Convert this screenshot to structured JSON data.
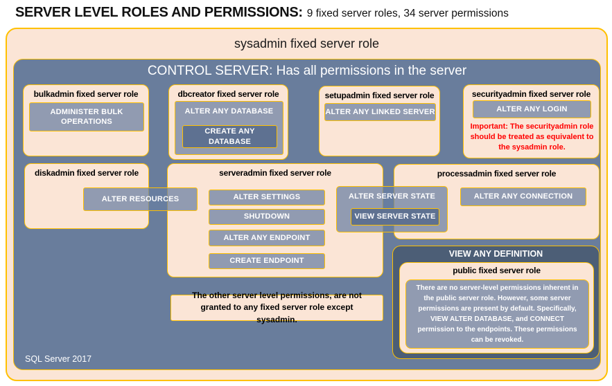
{
  "header": {
    "title_main": "SERVER LEVEL ROLES AND PERMISSIONS:",
    "title_sub": "9 fixed server roles, 34 server permissions"
  },
  "sysadmin": {
    "label": "sysadmin fixed server role"
  },
  "control_server": {
    "title": "CONTROL SERVER: Has all permissions in the server"
  },
  "roles": {
    "bulkadmin": {
      "title": "bulkadmin fixed server role",
      "permission": "ADMINISTER  BULK OPERATIONS"
    },
    "dbcreator": {
      "title": "dbcreator fixed server role",
      "permission_outer": "ALTER ANY DATABASE",
      "permission_inner": "CREATE ANY DATABASE"
    },
    "setupadmin": {
      "title": "setupadmin fixed server role",
      "permission": "ALTER ANY LINKED SERVER"
    },
    "securityadmin": {
      "title": "securityadmin fixed server role",
      "permission": "ALTER ANY LOGIN",
      "warning": "Important: The securityadmin role should be treated as equivalent to the sysadmin role."
    },
    "diskadmin": {
      "title": "diskadmin fixed server role",
      "permission": "ALTER RESOURCES"
    },
    "serveradmin": {
      "title": "serveradmin fixed server role",
      "permissions": [
        "ALTER SETTINGS",
        "SHUTDOWN",
        "ALTER ANY ENDPOINT",
        "CREATE ENDPOINT"
      ],
      "permission_outer": "ALTER SERVER STATE",
      "permission_inner": "VIEW SERVER STATE"
    },
    "processadmin": {
      "title": "processadmin fixed server role",
      "permission": "ALTER ANY CONNECTION"
    },
    "public": {
      "container_label": "VIEW ANY DEFINITION",
      "title": "public fixed server role",
      "body": "There are no server-level permissions inherent in the public server role. However, some server permissions are present by default. Specifically, VIEW ALTER DATABASE, and CONNECT permission to the endpoints. These permissions can be revoked."
    }
  },
  "note": "The other server level permissions, are not granted to any fixed server role except sysadmin.",
  "footer": "SQL Server 2017",
  "colors": {
    "peach": "#FBE5D6",
    "gold_border": "#FFC000",
    "slate_background": "#697D9C",
    "slate_dark": "#4C5E76",
    "permission_fill": "#919BB1",
    "warning_red": "#FF0000"
  }
}
